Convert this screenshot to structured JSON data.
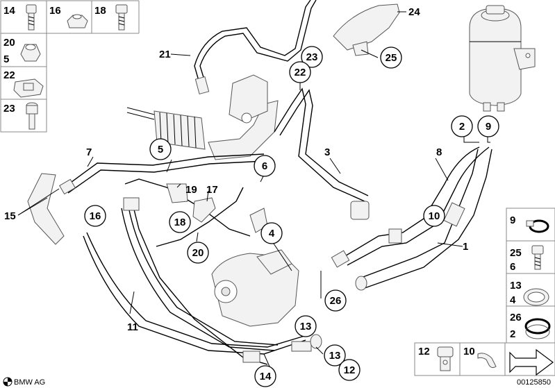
{
  "callouts": [
    "1",
    "2",
    "3",
    "4",
    "5",
    "6",
    "7",
    "8",
    "9",
    "10",
    "11",
    "12",
    "13",
    "14",
    "15",
    "16",
    "17",
    "18",
    "19",
    "20",
    "21",
    "22",
    "23",
    "24",
    "25",
    "26"
  ],
  "left_parts": [
    {
      "number": "14",
      "icon": "bolt-icon"
    },
    {
      "number": "16",
      "icon": "hex-nut-icon"
    },
    {
      "number": "18",
      "icon": "bolt-icon"
    },
    {
      "number": "20",
      "number2": "5",
      "icon": "collar-nut-icon"
    },
    {
      "number": "22",
      "icon": "clip-nut-icon"
    },
    {
      "number": "23",
      "icon": "screw-icon"
    }
  ],
  "right_parts": [
    {
      "number": "9",
      "icon": "hose-clamp-icon"
    },
    {
      "number": "25",
      "number2": "6",
      "icon": "bolt-icon"
    },
    {
      "number": "13",
      "number2": "4",
      "icon": "seal-ring-icon"
    },
    {
      "number": "26",
      "number2": "2",
      "icon": "band-clamp-icon"
    }
  ],
  "bottom_parts": [
    {
      "number": "12",
      "icon": "banjo-bolt-icon"
    },
    {
      "number": "10",
      "icon": "clip-icon"
    }
  ],
  "footer": {
    "brand": "BMW AG",
    "diagram_id": "00125850"
  }
}
